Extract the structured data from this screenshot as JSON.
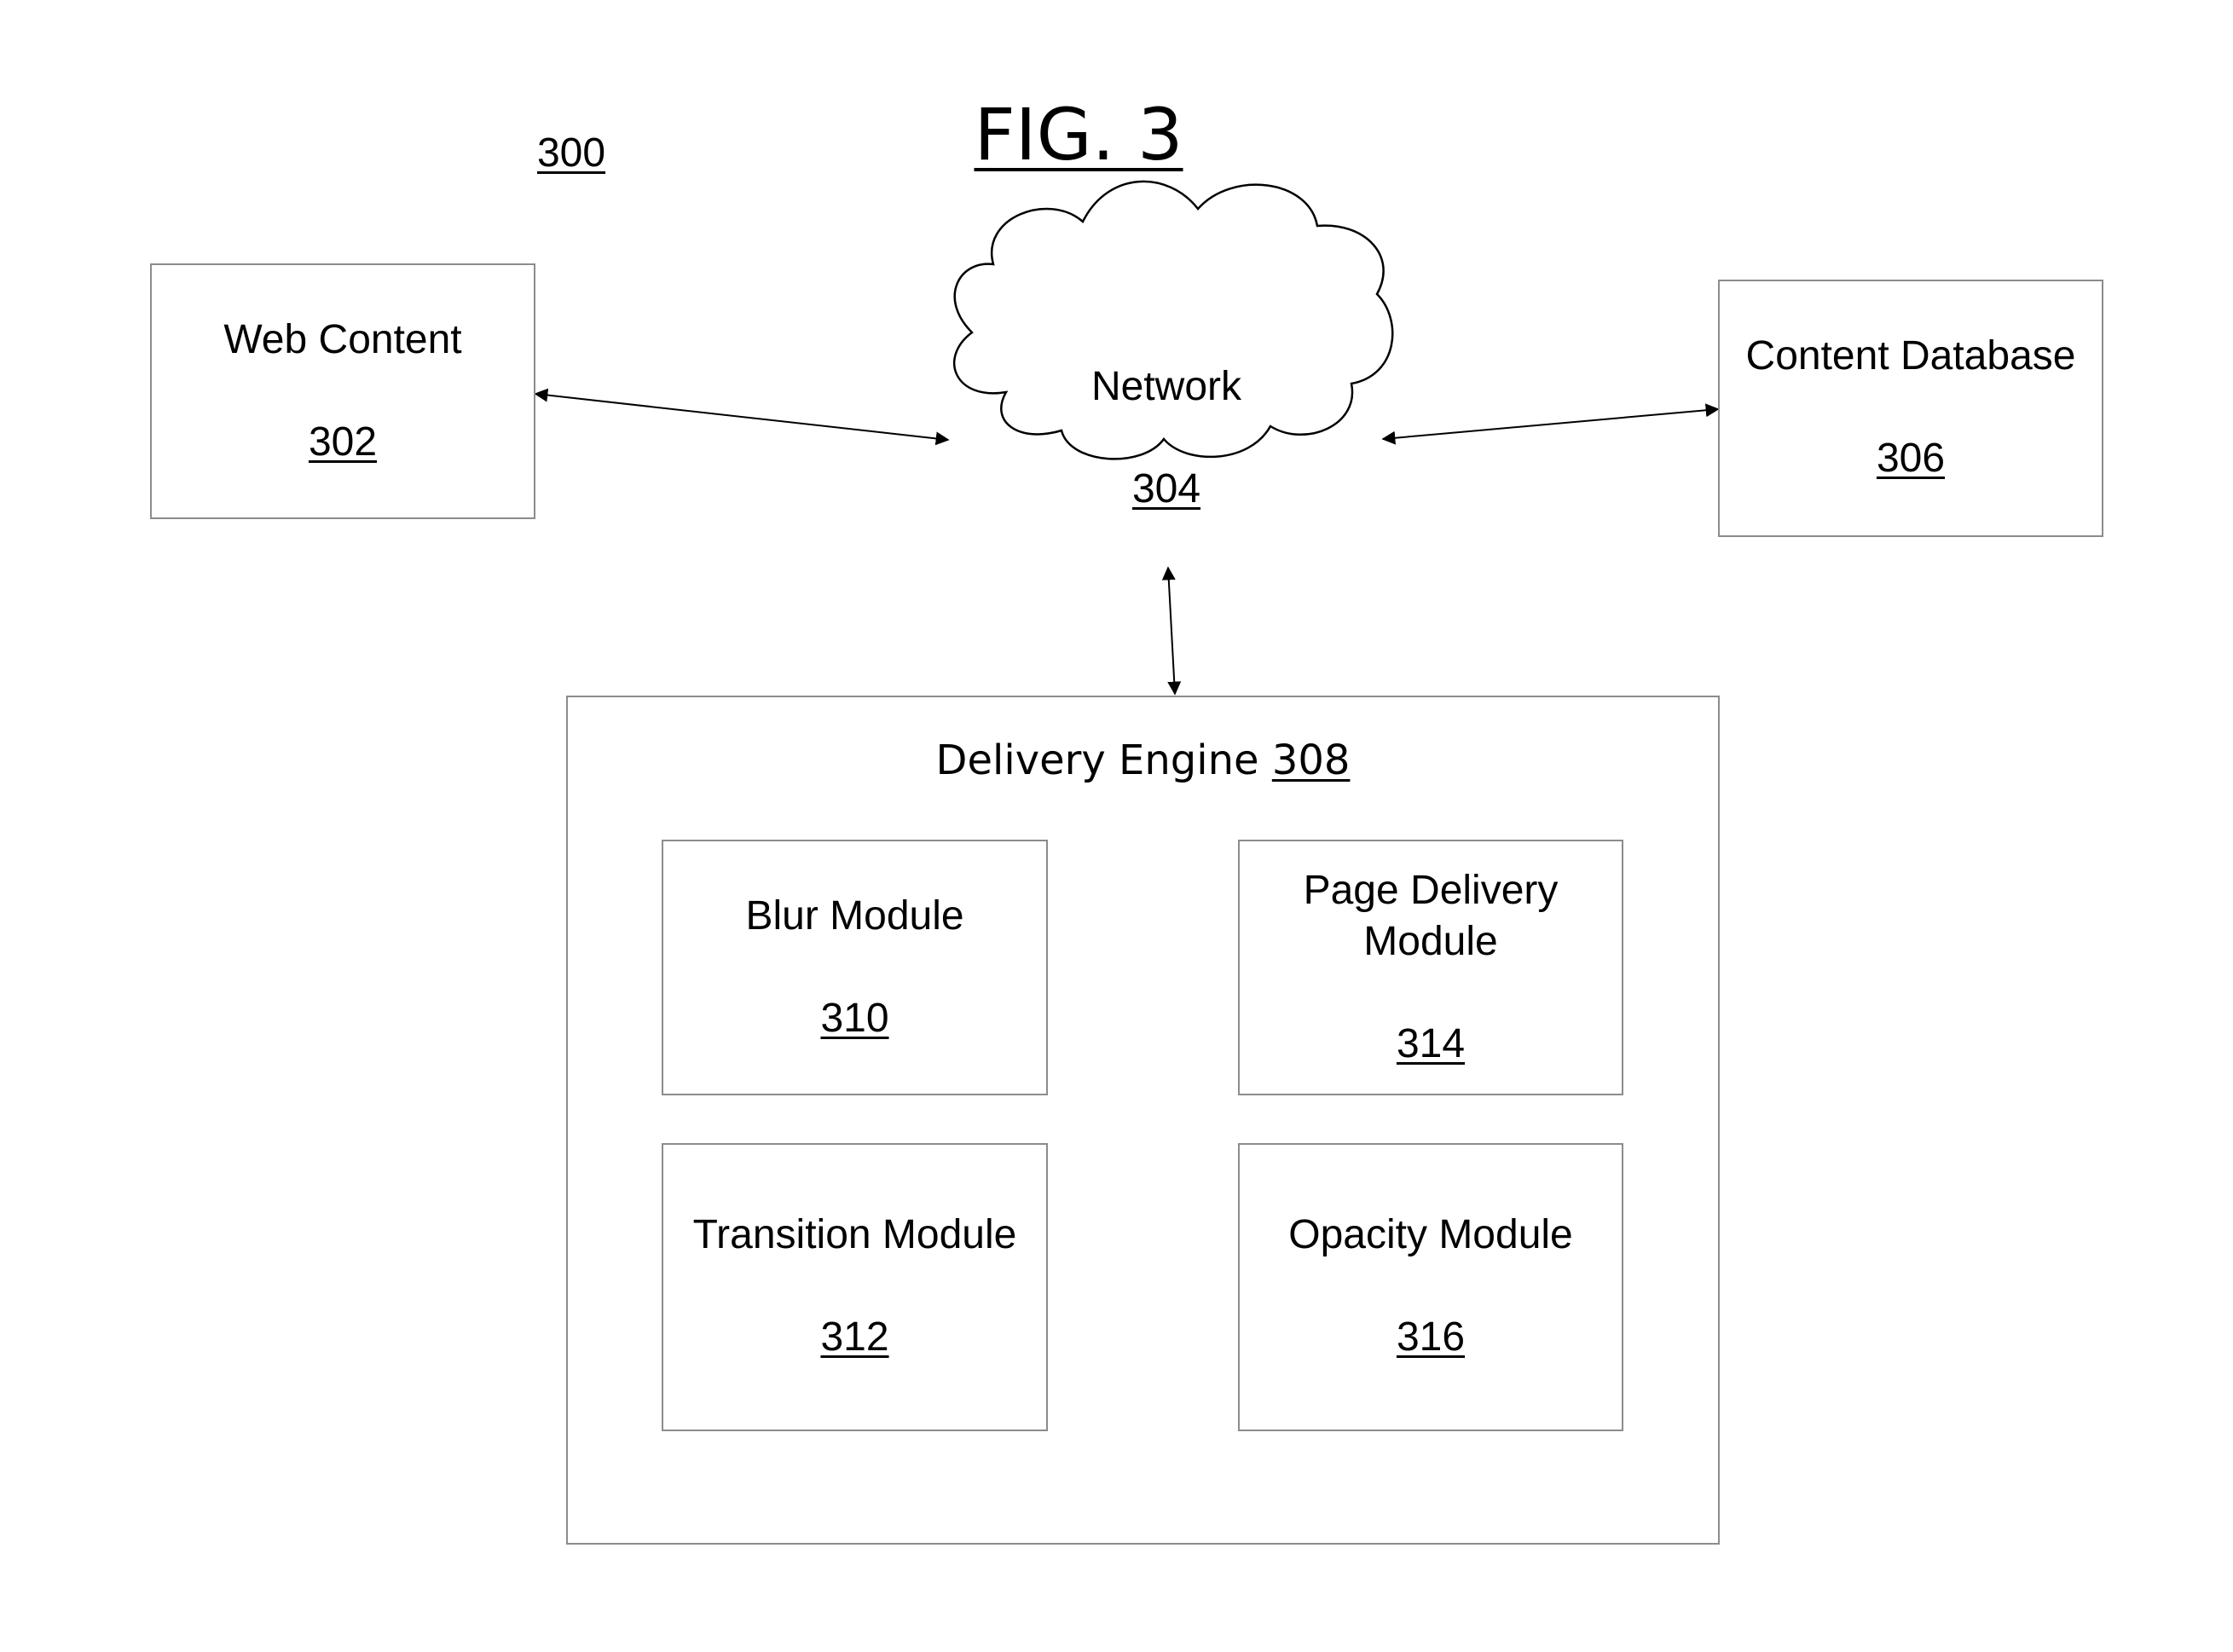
{
  "figure": {
    "title": "FIG. 3",
    "reference": "300"
  },
  "nodes": {
    "web_content": {
      "label": "Web Content",
      "ref": "302"
    },
    "network": {
      "label": "Network",
      "ref": "304"
    },
    "content_database": {
      "label": "Content Database",
      "ref": "306"
    },
    "delivery_engine": {
      "label": "Delivery Engine",
      "ref": "308"
    },
    "blur_module": {
      "label": "Blur Module",
      "ref": "310"
    },
    "transition_module": {
      "label": "Transition Module",
      "ref": "312"
    },
    "page_delivery_module": {
      "label_line1": "Page Delivery",
      "label_line2": "Module",
      "ref": "314"
    },
    "opacity_module": {
      "label": "Opacity Module",
      "ref": "316"
    }
  },
  "edges": [
    {
      "from": "Web Content",
      "to": "Network",
      "direction": "bidirectional"
    },
    {
      "from": "Network",
      "to": "Content Database",
      "direction": "bidirectional"
    },
    {
      "from": "Network",
      "to": "Delivery Engine",
      "direction": "bidirectional"
    }
  ],
  "colors": {
    "box_border": "#8c8c8c",
    "line": "#000000",
    "text": "#000000"
  }
}
